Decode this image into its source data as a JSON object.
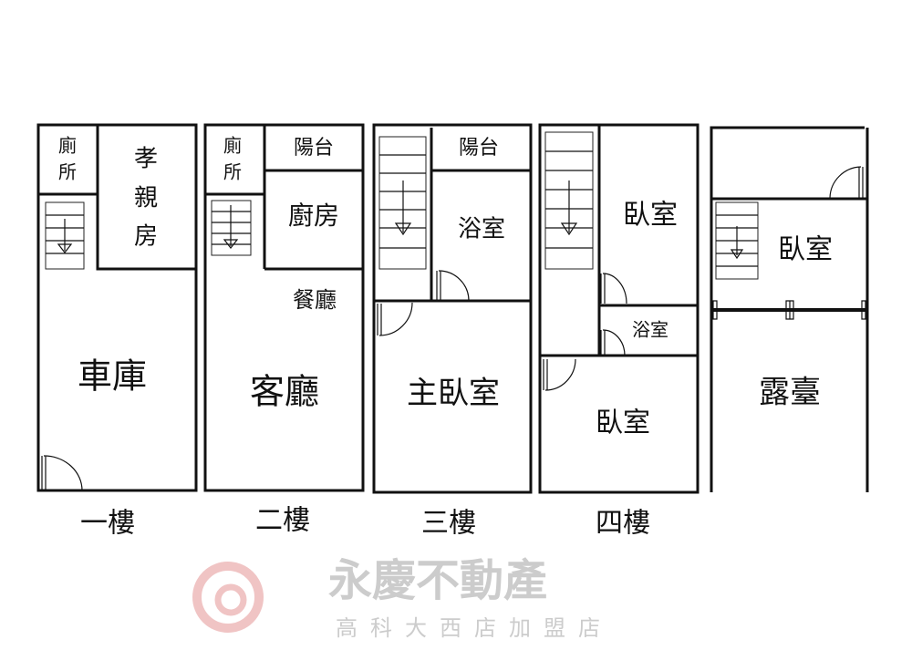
{
  "watermark": {
    "brand": "永慶不動產",
    "branch": "高科大西店加盟店",
    "color": "#e8a0a0"
  },
  "floors": [
    {
      "label": "一樓",
      "rooms": {
        "toilet_1": "廁",
        "toilet_2": "所",
        "parents_1": "孝",
        "parents_2": "親",
        "parents_3": "房",
        "garage": "車庫"
      }
    },
    {
      "label": "二樓",
      "rooms": {
        "toilet_1": "廁",
        "toilet_2": "所",
        "balcony": "陽台",
        "kitchen": "廚房",
        "dining": "餐廳",
        "living": "客廳"
      }
    },
    {
      "label": "三樓",
      "rooms": {
        "balcony": "陽台",
        "bath": "浴室",
        "master": "主臥室"
      }
    },
    {
      "label": "四樓",
      "rooms": {
        "bedroom_a": "臥室",
        "bath": "浴室",
        "bedroom_b": "臥室"
      }
    },
    {
      "label": "",
      "rooms": {
        "bedroom": "臥室",
        "terrace": "露臺"
      }
    }
  ]
}
